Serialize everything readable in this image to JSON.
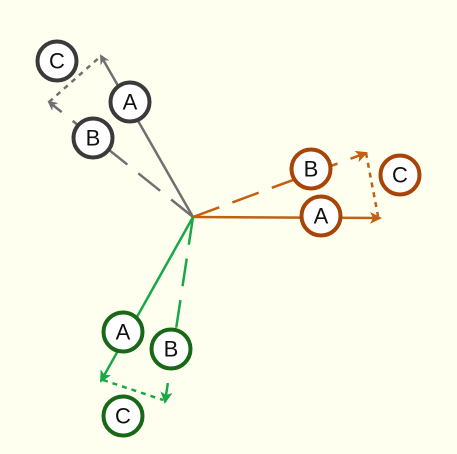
{
  "colors": {
    "background": "#fffff0",
    "gray_group": "#707070",
    "gray_circle": "#3a3a3a",
    "orange_group": "#c06010",
    "orange_circle": "#a84408",
    "green_group": "#18a848",
    "green_circle": "#186818"
  },
  "groups": [
    {
      "id": "gray",
      "labels": [
        "A",
        "B",
        "C"
      ]
    },
    {
      "id": "orange",
      "labels": [
        "A",
        "B",
        "C"
      ]
    },
    {
      "id": "green",
      "labels": [
        "A",
        "B",
        "C"
      ]
    }
  ]
}
